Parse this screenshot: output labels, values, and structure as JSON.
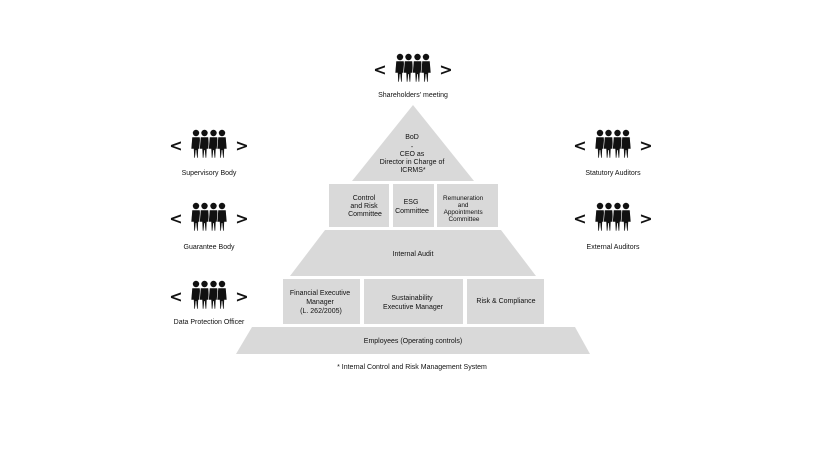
{
  "pyramid": {
    "top": [
      "BoD",
      "-",
      "CEO as",
      "Director in Charge of",
      "ICRMS*"
    ],
    "committees": [
      [
        "Control",
        "and Risk",
        "Committee"
      ],
      [
        "ESG",
        "Committee"
      ],
      [
        "Remuneration",
        "and",
        "Appointments",
        "Committee"
      ]
    ],
    "internal_audit": "Internal Audit",
    "managers": [
      [
        "Financial Executive",
        "Manager",
        "(L. 262/2005)"
      ],
      [
        "Sustainability",
        "Executive Manager"
      ],
      [
        "Risk & Compliance"
      ]
    ],
    "employees": "Employees (Operating controls)"
  },
  "bodies": {
    "top": "Shareholders' meeting",
    "left": [
      "Supervisory Body",
      "Guarantee Body",
      "Data Protection Officer"
    ],
    "right": [
      "Statutory Auditors",
      "External Auditors"
    ]
  },
  "footnote": "* Internal Control and Risk Management System",
  "colors": {
    "tier_fill": "#d9d9d9",
    "text": "#111111",
    "background": "#ffffff"
  },
  "icons": {
    "group": "people-group-icon",
    "left_chevron": "<",
    "right_chevron": ">"
  }
}
